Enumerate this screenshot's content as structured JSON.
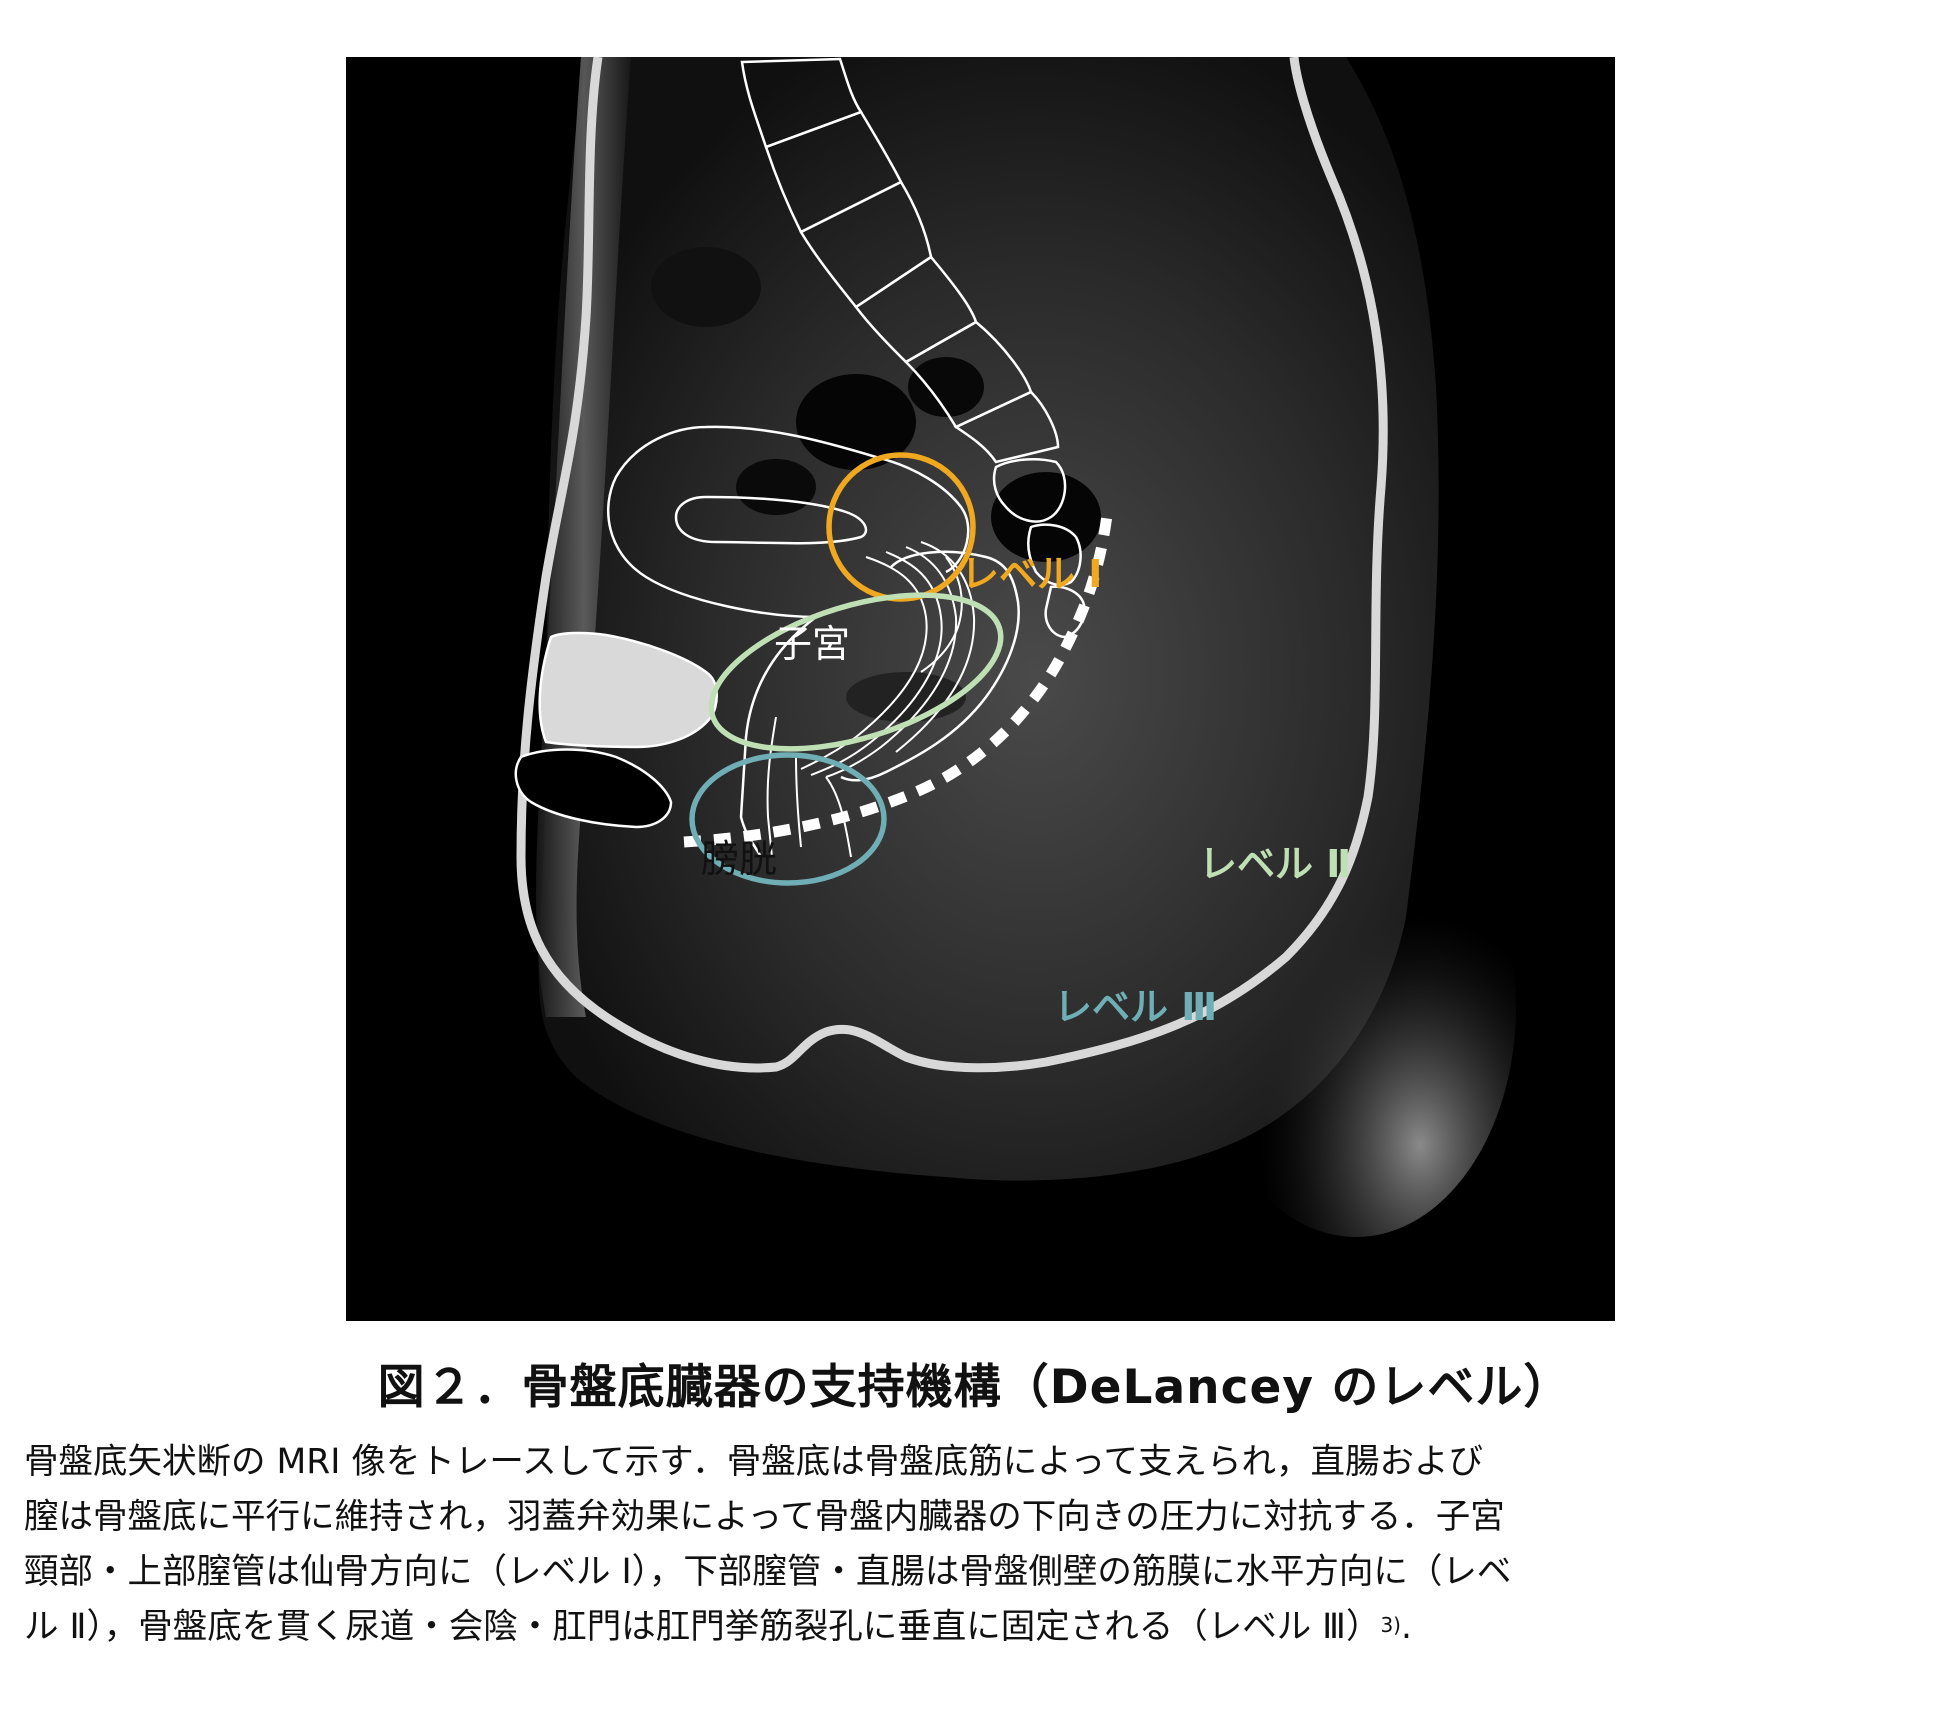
{
  "figure": {
    "labels": {
      "uterus": "子宮",
      "bladder": "膀胱",
      "level1": "レベル Ⅰ",
      "level2": "レベル Ⅱ",
      "level3": "レベル Ⅲ"
    },
    "colors": {
      "level1": "#f0a820",
      "level2": "#bfe0b4",
      "level3": "#6eaeb4",
      "trace": "#ffffff",
      "background": "#000000"
    }
  },
  "caption": {
    "title": "図２．骨盤底臓器の支持機構（DeLancey のレベル）",
    "body_lines": [
      "骨盤底矢状断の MRI 像をトレースして示す．骨盤底は骨盤底筋によって支えられ，直腸および",
      "膣は骨盤底に平行に維持され，羽蓋弁効果によって骨盤内臓器の下向きの圧力に対抗する．子宮",
      "頸部・上部膣管は仙骨方向に（レベル Ⅰ），下部膣管・直腸は骨盤側壁の筋膜に水平方向に（レベ",
      "ル Ⅱ），骨盤底を貫く尿道・会陰・肛門は肛門挙筋裂孔に垂直に固定される（レベル Ⅲ）"
    ],
    "reference_superscript": "3)",
    "end_punct": "."
  }
}
